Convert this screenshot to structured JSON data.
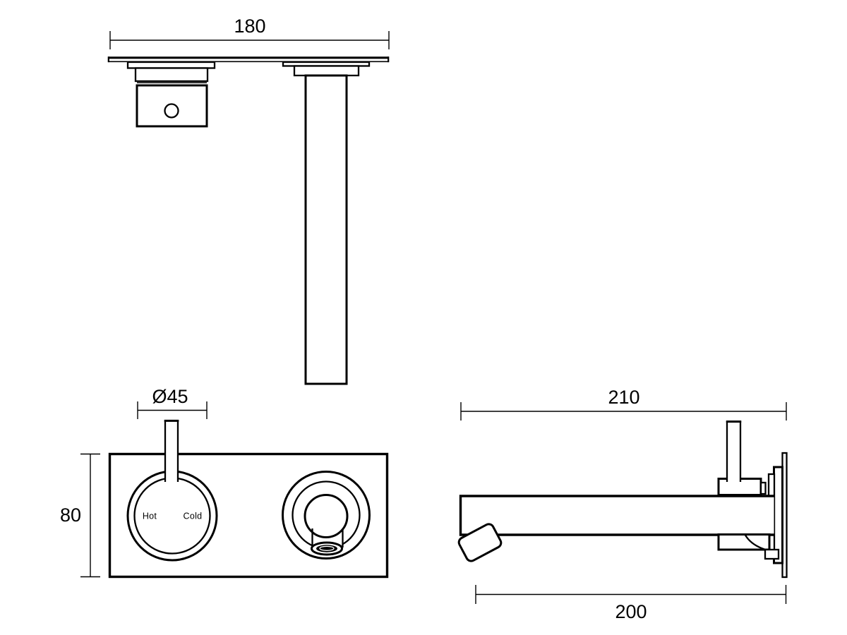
{
  "colors": {
    "background": "#ffffff",
    "line": "#000000"
  },
  "views": {
    "plan": {
      "dim_width": "180"
    },
    "front": {
      "dim_handle_diameter": "Ø45",
      "dim_plate_height": "80",
      "label_hot": "Hot",
      "label_cold": "Cold"
    },
    "side": {
      "dim_overall_projection": "210",
      "dim_spout_projection": "200"
    }
  }
}
